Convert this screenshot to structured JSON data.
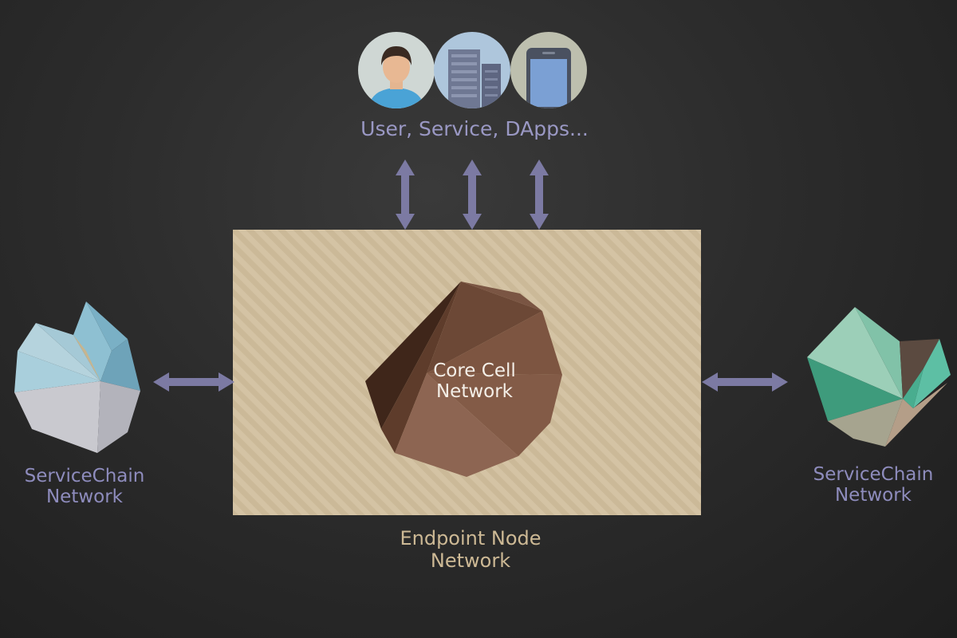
{
  "diagram": {
    "top_label": "User, Service, DApps...",
    "core_label_line1": "Core Cell",
    "core_label_line2": "Network",
    "endpoint_label_line1": "Endpoint Node",
    "endpoint_label_line2": "Network",
    "left_servicechain_line1": "ServiceChain",
    "left_servicechain_line2": "Network",
    "right_servicechain_line1": "ServiceChain",
    "right_servicechain_line2": "Network",
    "icons": [
      "user-icon",
      "building-icon",
      "smartphone-icon"
    ]
  },
  "colors": {
    "background": "#2c2c2c",
    "arrow": "#7c7aa3",
    "endpoint_box": "#d3c2a3",
    "core_cell": "#7a5441",
    "left_servicechain": "#a9cfdc",
    "right_servicechain": "#3e9b7c",
    "label_purple": "#9a98c4",
    "label_tan": "#cdb995"
  }
}
